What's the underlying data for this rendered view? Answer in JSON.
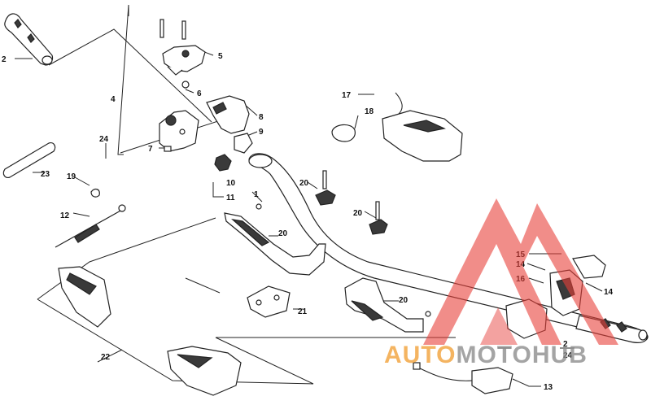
{
  "diagram": {
    "labels": {
      "p1": "1",
      "p2a": "2",
      "p2b": "2",
      "p4": "4",
      "p5": "5",
      "p6": "6",
      "p7": "7",
      "p8": "8",
      "p9": "9",
      "p10": "10",
      "p11": "11",
      "p12": "12",
      "p13": "13",
      "p14a": "14",
      "p14b": "14",
      "p15": "15",
      "p16": "16",
      "p17": "17",
      "p18": "18",
      "p19": "19",
      "p20a": "20",
      "p20b": "20",
      "p20c": "20",
      "p20d": "20",
      "p21": "21",
      "p22": "22",
      "p23": "23",
      "p24a": "24",
      "p24b": "24"
    }
  },
  "watermark": {
    "part1": "AUTO",
    "part2": "MOTO",
    "part3": "HUB",
    "colors": {
      "red": "#e8403a",
      "orange": "#f2a23a",
      "grey": "#8e8e8e"
    }
  }
}
